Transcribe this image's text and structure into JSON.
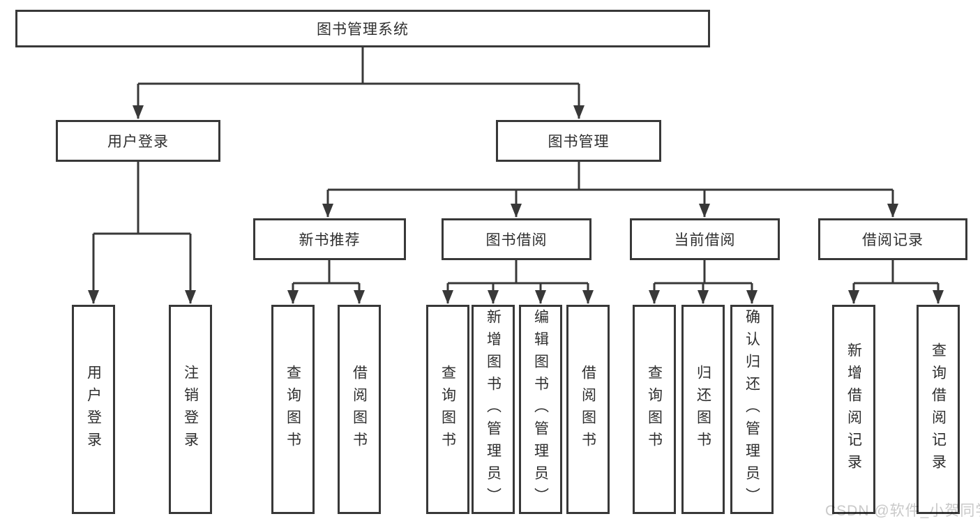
{
  "diagram_title": "图书管理系统",
  "tree": {
    "root": {
      "label": "图书管理系统"
    },
    "branches": [
      {
        "label": "用户登录",
        "leaves": [
          {
            "label": "用户登录"
          },
          {
            "label": "注销登录"
          }
        ]
      },
      {
        "label": "图书管理",
        "groups": [
          {
            "label": "新书推荐",
            "leaves": [
              {
                "label": "查询图书"
              },
              {
                "label": "借阅图书"
              }
            ]
          },
          {
            "label": "图书借阅",
            "leaves": [
              {
                "label": "查询图书"
              },
              {
                "label": "新增图书（管理员）"
              },
              {
                "label": "编辑图书（管理员）"
              },
              {
                "label": "借阅图书"
              }
            ]
          },
          {
            "label": "当前借阅",
            "leaves": [
              {
                "label": "查询图书"
              },
              {
                "label": "归还图书"
              },
              {
                "label": "确认归还（管理员）"
              }
            ]
          },
          {
            "label": "借阅记录",
            "leaves": [
              {
                "label": "新增借阅记录"
              },
              {
                "label": "查询借阅记录"
              }
            ]
          }
        ]
      }
    ]
  },
  "watermark": "CSDN @软件_小贺同学",
  "colors": {
    "background": "#ffffff",
    "line": "#383838",
    "box_border": "#383838",
    "text": "#2e2e2e",
    "watermark": "#c9c9c9"
  }
}
